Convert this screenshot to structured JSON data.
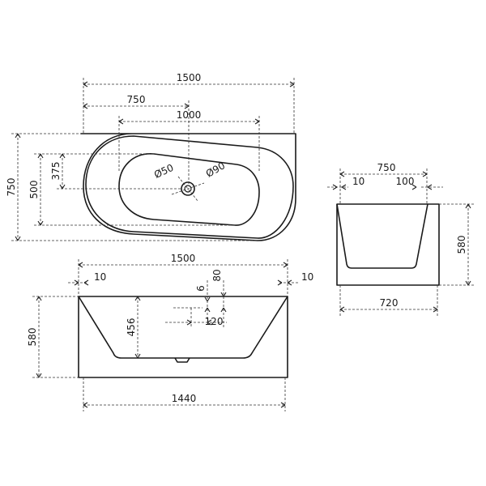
{
  "top_view": {
    "total_length": "1500",
    "half_length": "750",
    "inner_length": "1000",
    "total_width": "750",
    "inner_width": "500",
    "drain_offset": "375",
    "drain_diameter": "Ø50",
    "overflow_diameter": "Ø90"
  },
  "side_view": {
    "top_length": "1500",
    "left_lip": "10",
    "right_lip": "10",
    "height": "580",
    "inner_depth": "456",
    "overflow_offset": "6",
    "overflow_height": "80",
    "overflow_spacing": "120",
    "bottom_length": "1440"
  },
  "end_view": {
    "top_width": "750",
    "lip": "10",
    "inner_offset": "100",
    "height": "580",
    "bottom_width": "720"
  }
}
